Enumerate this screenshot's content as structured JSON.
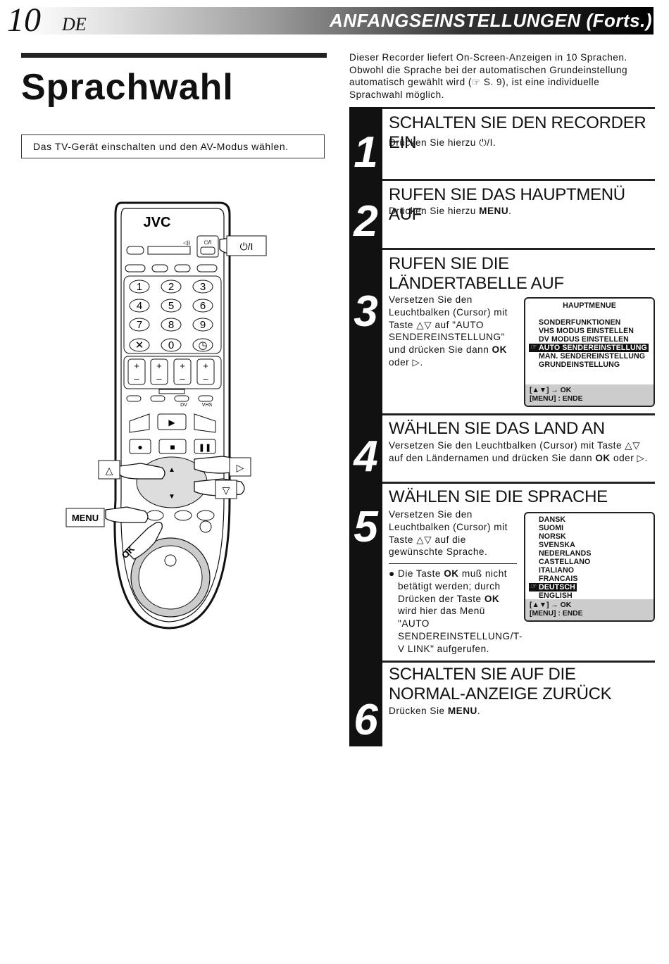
{
  "header": {
    "page_number": "10",
    "language": "DE",
    "section_title": "ANFANGSEINSTELLUNGEN (Forts.)"
  },
  "left": {
    "title": "Sprachwahl",
    "instruction": "Das TV-Gerät einschalten und den AV-Modus wählen."
  },
  "remote": {
    "brand": "JVC",
    "power_label": "⏻/I",
    "keypad": [
      "1",
      "2",
      "3",
      "4",
      "5",
      "6",
      "7",
      "8",
      "9",
      "0"
    ],
    "callout_power": "⏻/I",
    "callout_menu": "MENU",
    "callout_ok": "OK",
    "callout_up": "△",
    "callout_right": "▷",
    "callout_down": "▽",
    "small_labels": [
      "DV",
      "VHS"
    ]
  },
  "intro": "Dieser Recorder liefert On-Screen-Anzeigen in 10 Sprachen. Obwohl die Sprache bei der automatischen Grundeinstellung automatisch gewählt wird (☞ S. 9), ist eine individuelle Sprachwahl möglich.",
  "steps": [
    {
      "num": "1",
      "title": "SCHALTEN SIE DEN RECORDER EIN",
      "text_a": "Drücken Sie hierzu ",
      "text_b": "⏻/I",
      "text_c": "."
    },
    {
      "num": "2",
      "title": "RUFEN SIE DAS HAUPTMENÜ AUF",
      "text_a": "Drücken Sie hierzu ",
      "text_b": "MENU",
      "text_c": "."
    },
    {
      "num": "3",
      "title": "RUFEN SIE DIE LÄNDERTABELLE AUF",
      "text_a": "Versetzen Sie den Leuchtbalken (Cursor) mit Taste △▽ auf \"AUTO SENDEREINSTELLUNG\" und drücken Sie dann ",
      "text_b": "OK",
      "text_c": " oder ▷."
    },
    {
      "num": "4",
      "title": "WÄHLEN SIE DAS LAND AN",
      "text_a": "Versetzen Sie den Leuchtbalken (Cursor) mit Taste △▽ auf den Ländernamen und drücken Sie dann ",
      "text_b": "OK",
      "text_c": " oder ▷."
    },
    {
      "num": "5",
      "title": "WÄHLEN SIE DIE SPRACHE",
      "text_a": "Versetzen Sie den Leuchtbalken (Cursor) mit Taste △▽ auf die gewünschte Sprache.",
      "note_a": "Die Taste ",
      "note_b": "OK",
      "note_c": " muß nicht betätigt werden; durch Drücken der Taste ",
      "note_d": "OK",
      "note_e": " wird hier das Menü \"AUTO SENDEREINSTELLUNG/T-V LINK\" aufgerufen."
    },
    {
      "num": "6",
      "title": "SCHALTEN SIE AUF DIE NORMAL-ANZEIGE ZURÜCK",
      "text_a": "Drücken Sie ",
      "text_b": "MENU",
      "text_c": "."
    }
  ],
  "osd_main": {
    "title": "HAUPTMENUE",
    "items": [
      "SONDERFUNKTIONEN",
      "VHS MODUS EINSTELLEN",
      "DV MODUS EINSTELLEN",
      "AUTO SENDEREINSTELLUNG",
      "MAN. SENDEREINSTELLUNG",
      "GRUNDEINSTELLUNG"
    ],
    "selected": "AUTO SENDEREINSTELLUNG",
    "footer_1": "[▲▼] → OK",
    "footer_2": "[MENU] : ENDE"
  },
  "osd_lang": {
    "items": [
      "DANSK",
      "SUOMI",
      "NORSK",
      "SVENSKA",
      "NEDERLANDS",
      "CASTELLANO",
      "ITALIANO",
      "FRANCAIS",
      "DEUTSCH",
      "ENGLISH"
    ],
    "selected": "DEUTSCH",
    "footer_1": "[▲▼] → OK",
    "footer_2": "[MENU] : ENDE"
  }
}
